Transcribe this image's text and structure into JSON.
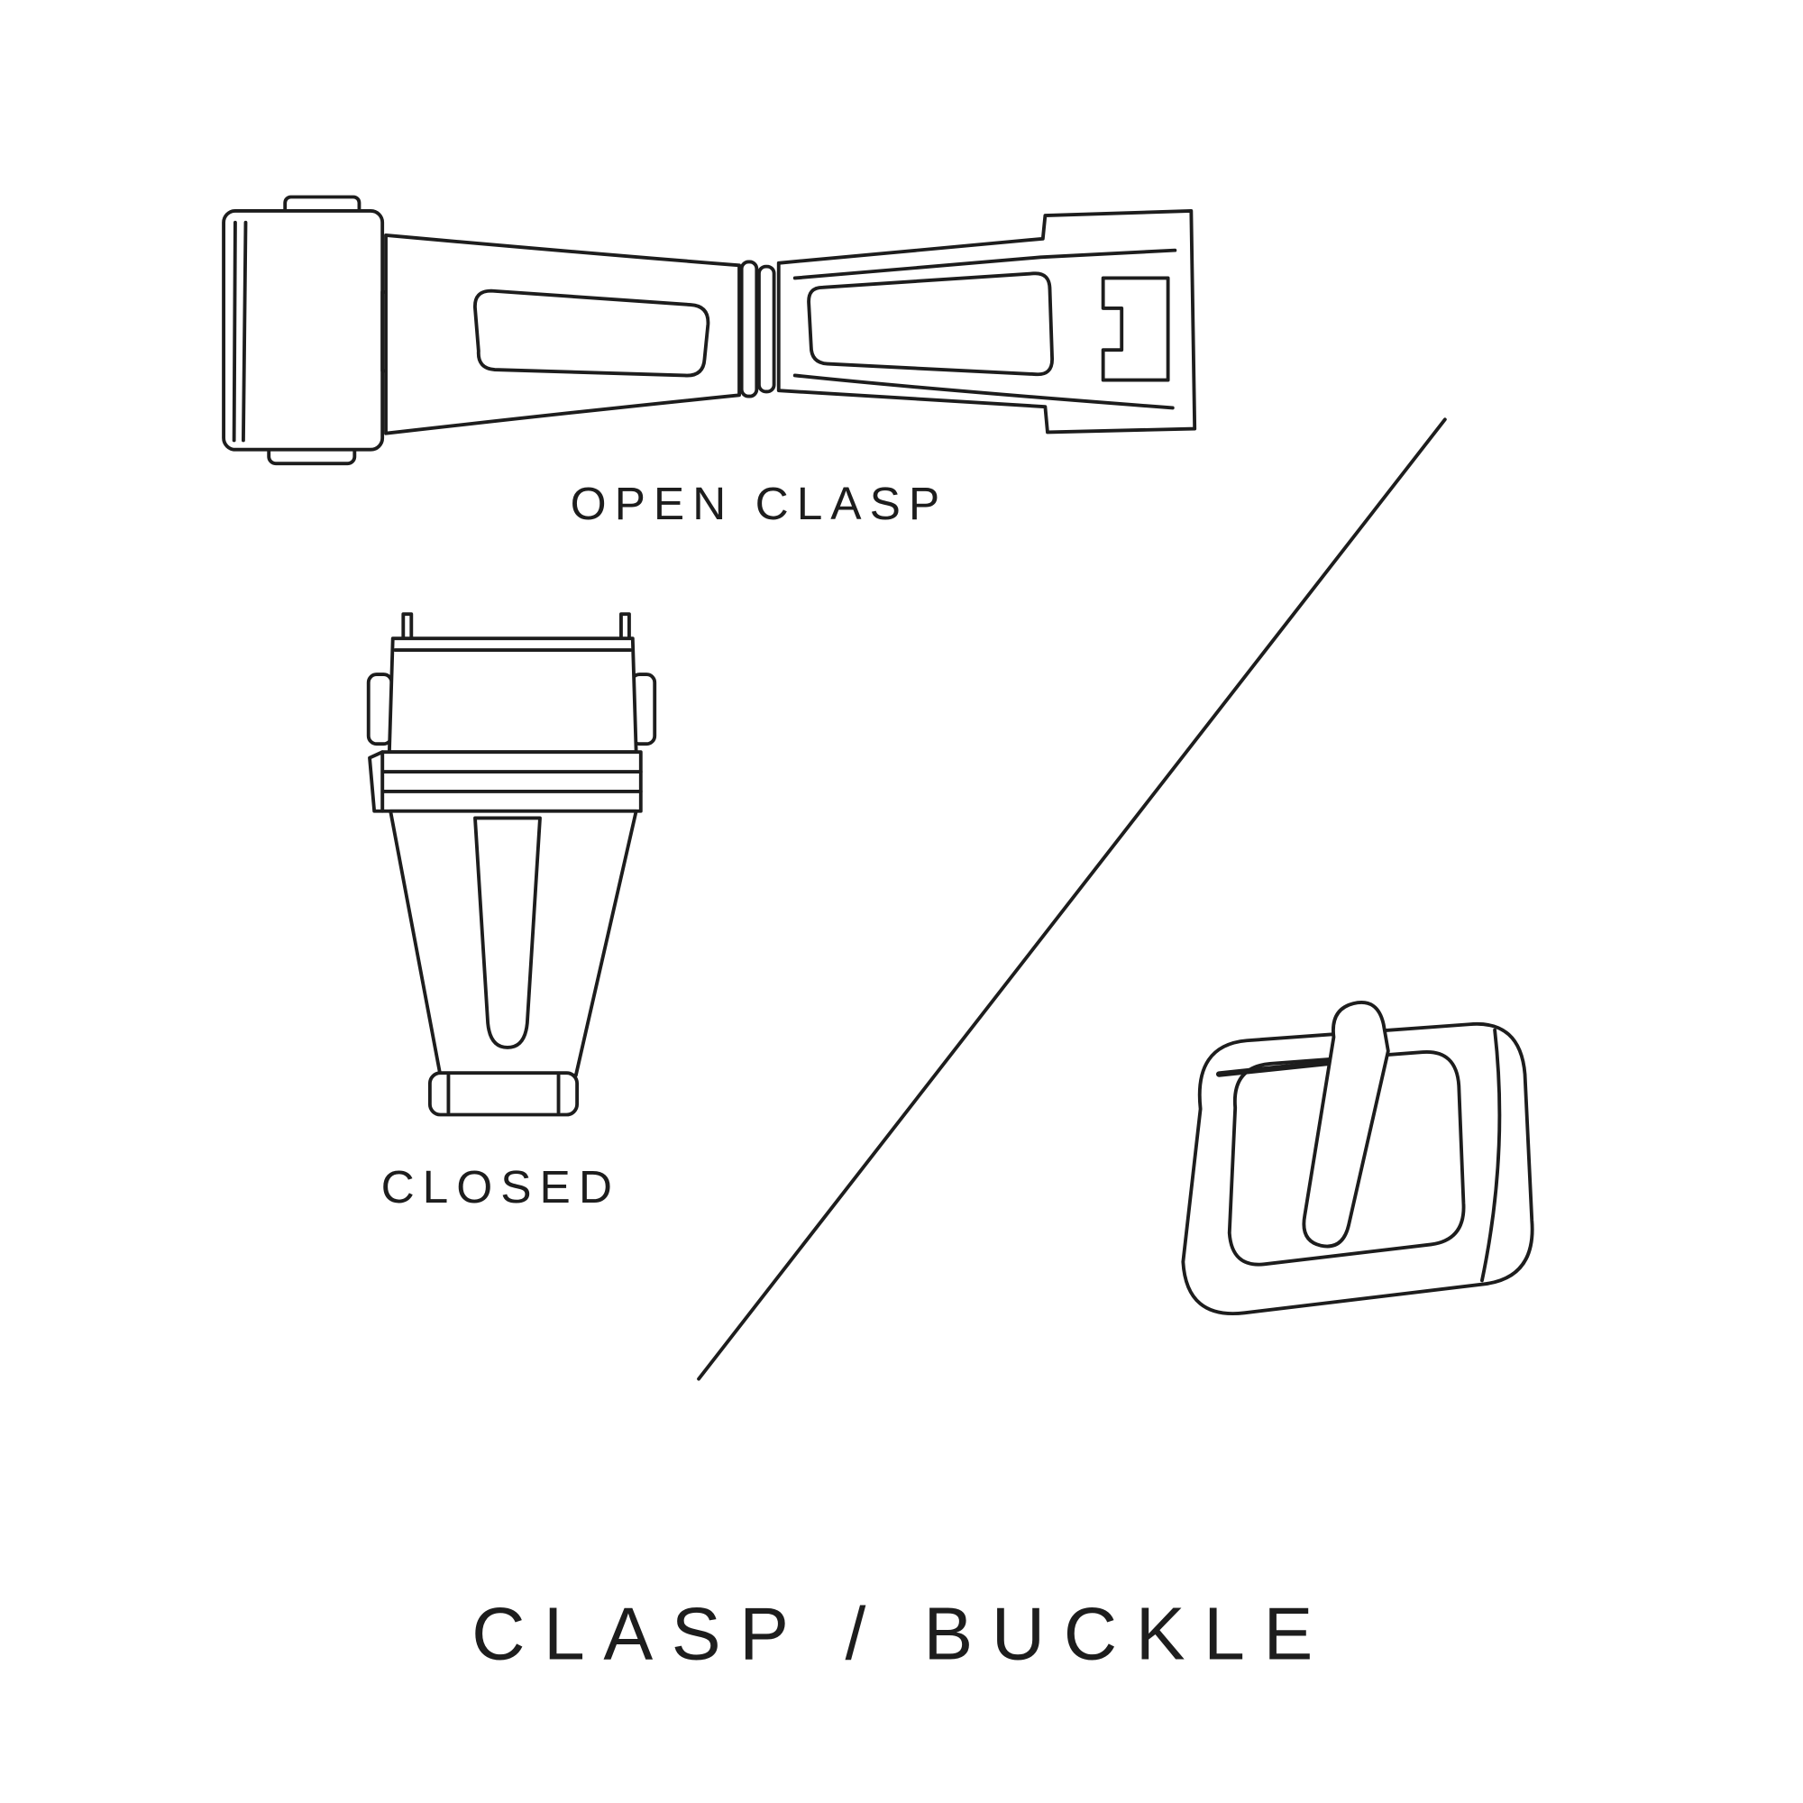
{
  "page": {
    "background_color": "#ffffff",
    "line_color": "#1d1d1d",
    "text_color": "#1d1d1d"
  },
  "diagram": {
    "title": "CLASP / BUCKLE",
    "labels": {
      "open_clasp": "OPEN CLASP",
      "closed": "CLOSED"
    },
    "illustrations": [
      {
        "name": "open-clasp-illustration",
        "caption": "OPEN CLASP"
      },
      {
        "name": "closed-clasp-illustration",
        "caption": "CLOSED"
      },
      {
        "name": "pin-buckle-illustration",
        "caption": ""
      }
    ]
  }
}
